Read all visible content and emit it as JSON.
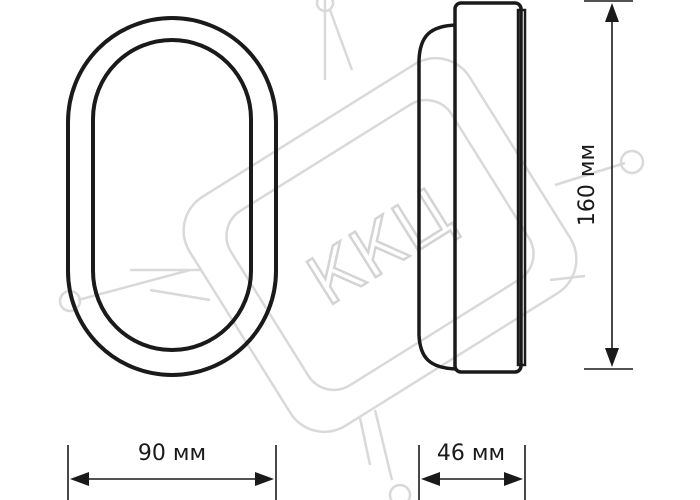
{
  "dimensions": {
    "width_label": "90 мм",
    "depth_label": "46 мм",
    "height_label": "160 мм"
  },
  "watermark": {
    "text": "ККЦ"
  },
  "colors": {
    "line": "#1a1a1a",
    "watermark": "#d9d9d9",
    "background": "#ffffff"
  }
}
